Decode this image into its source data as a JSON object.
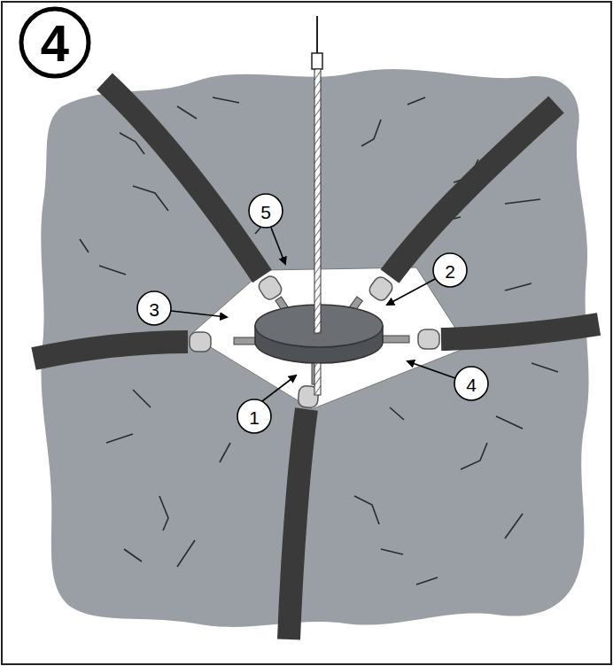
{
  "diagram": {
    "labels": [
      "4",
      "5",
      "2",
      "3",
      "4",
      "1"
    ]
  }
}
